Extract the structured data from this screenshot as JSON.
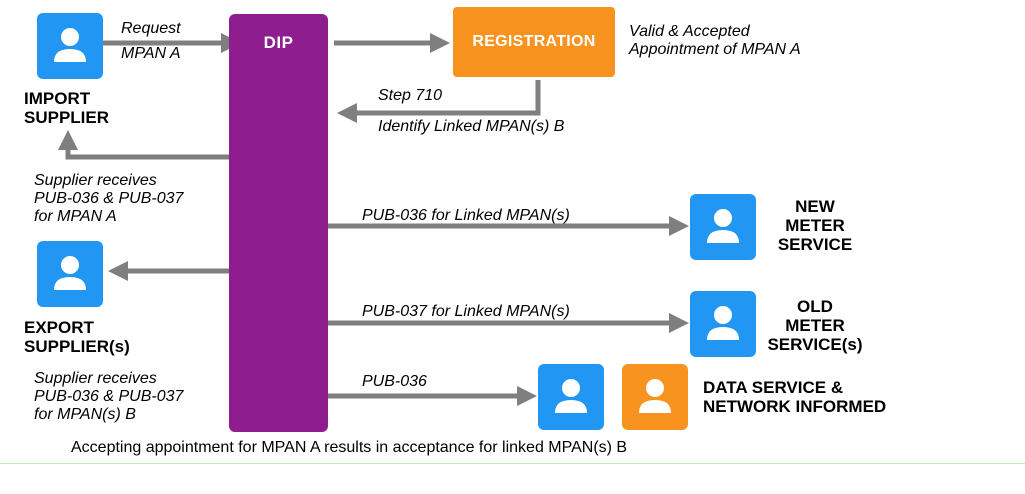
{
  "import_supplier": {
    "label_line1": "IMPORT",
    "label_line2": "SUPPLIER"
  },
  "export_supplier": {
    "label_line1": "EXPORT",
    "label_line2": "SUPPLIER(s)"
  },
  "dip": {
    "label": "DIP"
  },
  "registration": {
    "label": "REGISTRATION"
  },
  "new_meter_service": {
    "line1": "NEW",
    "line2": "METER",
    "line3": "SERVICE"
  },
  "old_meter_service": {
    "line1": "OLD",
    "line2": "METER",
    "line3": "SERVICE(s)"
  },
  "data_service": {
    "line1": "DATA SERVICE &",
    "line2": "NETWORK INFORMED"
  },
  "flows": {
    "request_line1": "Request",
    "request_line2": "MPAN A",
    "valid_line1": "Valid & Accepted",
    "valid_line2": "Appointment of MPAN A",
    "step_line1": "Step 710",
    "step_line2": "Identify Linked MPAN(s) B",
    "import_receives_line1": "Supplier receives",
    "import_receives_line2": "PUB-036 & PUB-037",
    "import_receives_line3": "for MPAN A",
    "pub036_linked": "PUB-036 for Linked MPAN(s)",
    "pub037_linked": "PUB-037 for Linked MPAN(s)",
    "pub036": "PUB-036",
    "export_receives_line1": "Supplier receives",
    "export_receives_line2": "PUB-036 & PUB-037",
    "export_receives_line3": "for MPAN(s) B"
  },
  "caption": "Accepting appointment for MPAN A results in acceptance for linked MPAN(s) B",
  "colors": {
    "person_blue": "#2196F3",
    "person_orange": "#F7931E",
    "dip_purple": "#8E1E8E",
    "registration_orange": "#F7931E",
    "arrow_grey": "#7F7F7F"
  }
}
